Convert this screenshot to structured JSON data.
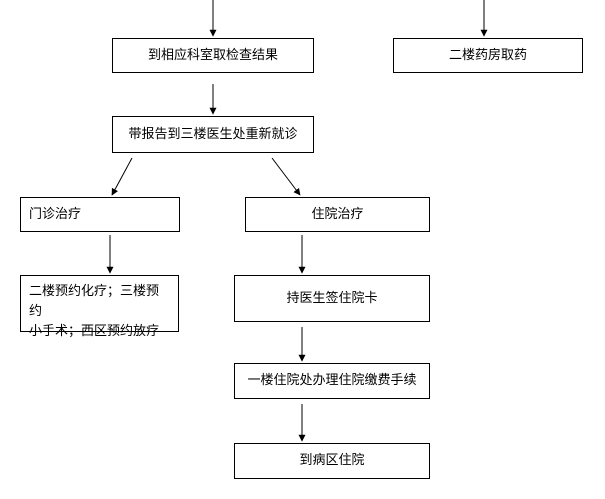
{
  "nodes": {
    "n1": "到相应科室取检查结果",
    "n2": "二楼药房取药",
    "n3": "带报告到三楼医生处重新就诊",
    "n4": "门诊治疗",
    "n5": "住院治疗",
    "n6": "二楼预约化疗；三楼预约\n小手术；西区预约放疗",
    "n7": "持医生签住院卡",
    "n8": "一楼住院处办理住院缴费手续",
    "n9": "到病区住院"
  }
}
